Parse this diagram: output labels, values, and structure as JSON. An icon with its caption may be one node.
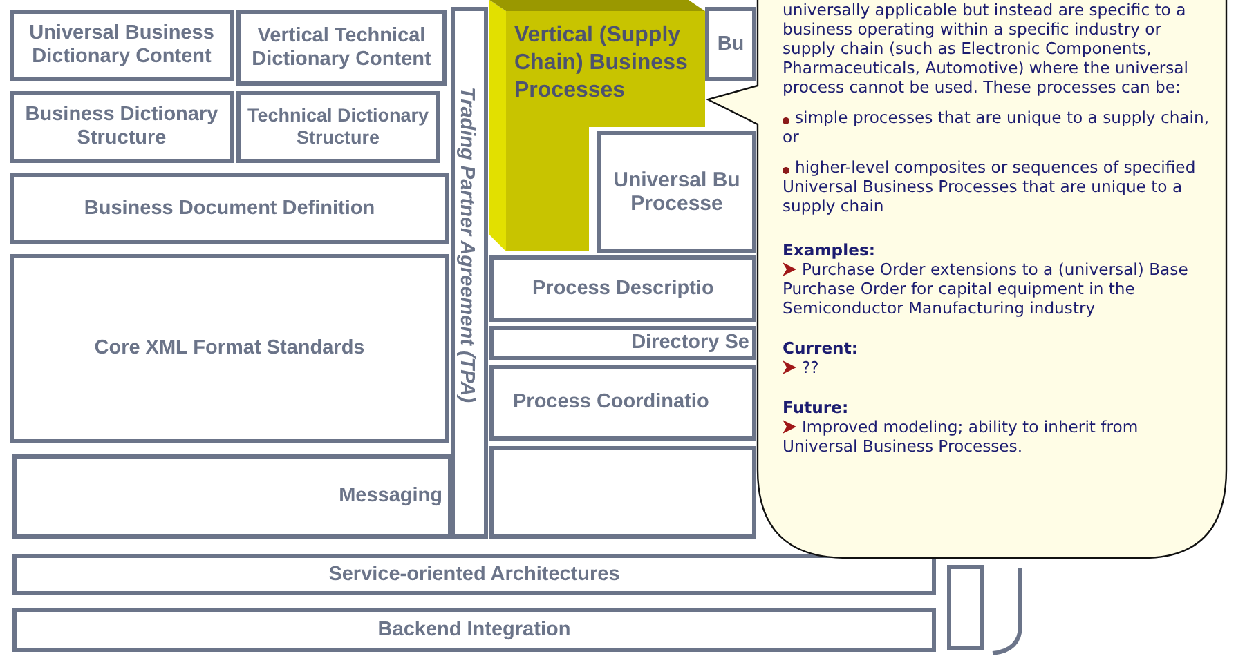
{
  "diagram": {
    "nodes": [
      {
        "text": [
          "Universal Business Dictionary Content"
        ]
      },
      {
        "text": [
          "Vertical Technical Dictionary Content"
        ]
      },
      {
        "text": [
          "Business Dictionary Structure"
        ]
      },
      {
        "text": [
          "Technical Dictionary Structure"
        ]
      },
      {
        "text": [
          "Business Document Definition"
        ]
      },
      {
        "text": [
          "Core XML Format Standards"
        ]
      },
      {
        "text": [
          "Messaging"
        ]
      },
      {
        "text": [
          "Trading Partner Agreement (TPA)"
        ]
      },
      {
        "text": [
          "Vertical (Supply Chain) Business Processes"
        ]
      },
      {
        "text": [
          "Bu"
        ]
      },
      {
        "text": [
          "Universal Bu Processe"
        ]
      },
      {
        "text": [
          "Process Descriptio"
        ]
      },
      {
        "text": [
          "Directory Se"
        ]
      },
      {
        "text": [
          "Process Coordinatio"
        ]
      },
      {
        "text": [],
        "shape": "box"
      },
      {
        "text": [
          "Service-oriented Architectures"
        ]
      },
      {
        "text": [
          "Backend Integration"
        ]
      },
      {
        "text": [],
        "shape": "box"
      },
      {
        "text": [
          "universally applicable but instead are specific to a business operating within a specific industry or supply chain (such as Electronic Components, Pharmaceuticals, Automotive) where the universal process cannot be used. These processes can be:",
          "simple processes that are unique to a supply chain, or",
          "higher-level composites or sequences of specified Universal Business Processes that are unique to a supply chain",
          "Examples:",
          "Purchase Order extensions to a (universal) Base Purchase Order for capital equipment in the Semiconductor Manufacturing industry",
          "Current:",
          "??",
          "Future:",
          "Improved modeling; ability to inherit from Universal Business Processes."
        ]
      }
    ]
  }
}
